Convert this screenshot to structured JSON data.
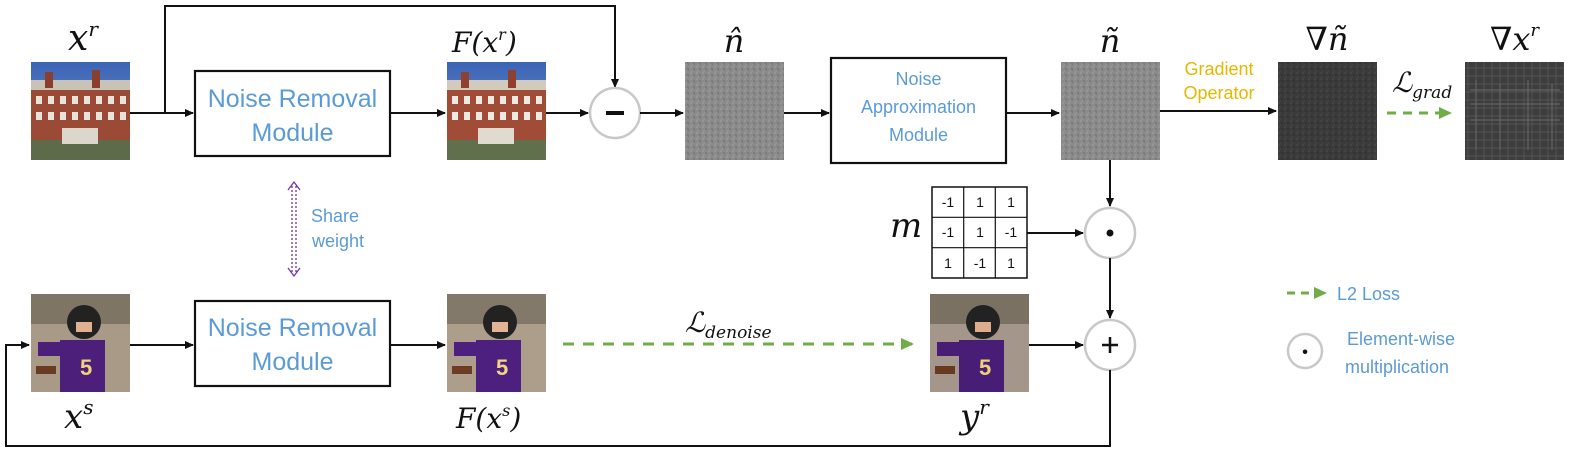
{
  "labels": {
    "x_r": "x",
    "x_r_sup": "r",
    "F_x_r": "F(x",
    "F_x_r_sup": "r",
    "F_x_r_close": ")",
    "n_hat": "n̂",
    "n_tilde": "ñ",
    "grad_n_tilde": "∇ñ",
    "grad_x_r": "∇x",
    "grad_x_r_sup": "r",
    "x_s": "x",
    "x_s_sup": "s",
    "F_x_s": "F(x",
    "F_x_s_sup": "s",
    "F_x_s_close": ")",
    "y_r": "y",
    "y_r_sup": "r",
    "m": "m"
  },
  "modules": {
    "noise_removal_top_line1": "Noise Removal",
    "noise_removal_top_line2": "Module",
    "noise_removal_bottom_line1": "Noise Removal",
    "noise_removal_bottom_line2": "Module",
    "noise_approx_line1": "Noise",
    "noise_approx_line2": "Approximation",
    "noise_approx_line3": "Module"
  },
  "annotations": {
    "share_line1": "Share",
    "share_line2": "weight",
    "gradient_line1": "Gradient",
    "gradient_line2": "Operator",
    "loss_grad_main": "ℒ",
    "loss_grad_sub": "grad",
    "loss_denoise_main": "ℒ",
    "loss_denoise_sub": "denoise"
  },
  "operators": {
    "subtract": "−",
    "multiply": "•",
    "add": "+"
  },
  "mask": {
    "rows": [
      [
        "-1",
        "1",
        "1"
      ],
      [
        "-1",
        "1",
        "-1"
      ],
      [
        "1",
        "-1",
        "1"
      ]
    ]
  },
  "legend": {
    "l2_loss": "L2 Loss",
    "elementwise_line1": "Element-wise",
    "elementwise_line2": "multiplication",
    "elementwise_symbol": "•"
  },
  "colors": {
    "module_text": "#5b9bd5",
    "gradient_text": "#e6b800",
    "loss_arrow": "#70ad47",
    "share_arrow": "#7030a0"
  }
}
